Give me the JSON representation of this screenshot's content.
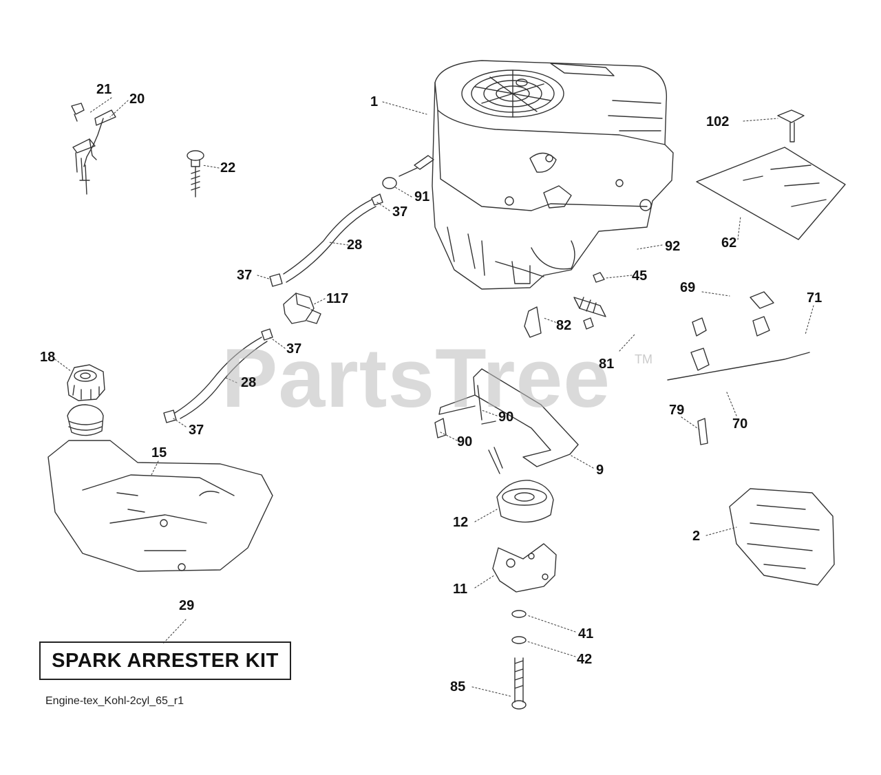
{
  "watermark": {
    "text": "PartsTree",
    "trademark": "TM"
  },
  "kit_label": "SPARK ARRESTER KIT",
  "caption": "Engine-tex_Kohl-2cyl_65_r1",
  "callouts": [
    "1",
    "21",
    "20",
    "22",
    "102",
    "91",
    "37",
    "28",
    "37",
    "117",
    "92",
    "62",
    "45",
    "69",
    "71",
    "82",
    "81",
    "37",
    "18",
    "28",
    "37",
    "79",
    "70",
    "90",
    "90",
    "15",
    "9",
    "12",
    "2",
    "11",
    "29",
    "41",
    "42",
    "85"
  ],
  "colors": {
    "ink": "#111111",
    "line": "#333333",
    "watermark": "#bdbdbd"
  }
}
